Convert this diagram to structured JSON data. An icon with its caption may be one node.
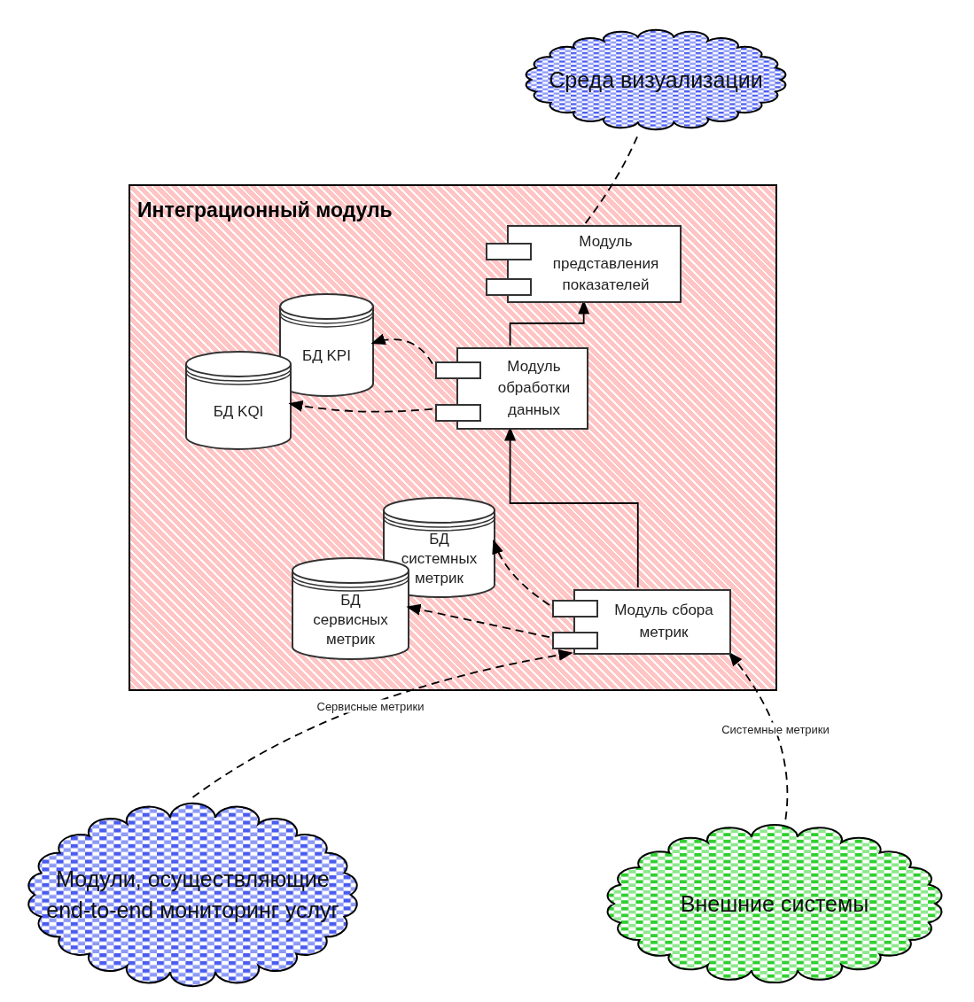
{
  "diagram": {
    "nodes": [
      {
        "text": [
          "Среда визуализации"
        ]
      },
      {
        "text": [
          "Интеграционный модуль"
        ]
      },
      {
        "text": [
          "Модуль представления показателей"
        ],
        "in": 1
      },
      {
        "text": [
          "БД KPI"
        ],
        "in": 1
      },
      {
        "text": [
          "БД KQI"
        ],
        "in": 1
      },
      {
        "text": [
          "Модуль обработки данных"
        ],
        "in": 1
      },
      {
        "text": [
          "БД системных метрик"
        ],
        "in": 1
      },
      {
        "text": [
          "БД сервисных метрик"
        ],
        "in": 1
      },
      {
        "text": [
          "Модуль сбора метрик"
        ],
        "in": 1
      },
      {
        "text": [
          "Модули, осуществляющие end-to-end мониторинг услуг"
        ]
      },
      {
        "text": [
          "Внешние системы"
        ]
      }
    ],
    "edges": [
      {
        "from": 2,
        "to": 0,
        "arrow": "none",
        "style": "dashed"
      },
      {
        "from": 5,
        "to": 2,
        "arrow": "to"
      },
      {
        "from": 5,
        "to": 3,
        "arrow": "to",
        "style": "dashed"
      },
      {
        "from": 5,
        "to": 4,
        "arrow": "to",
        "style": "dashed"
      },
      {
        "from": 8,
        "to": 5,
        "arrow": "to"
      },
      {
        "from": 8,
        "to": 6,
        "arrow": "to",
        "style": "dashed"
      },
      {
        "from": 8,
        "to": 7,
        "arrow": "to",
        "style": "dashed"
      },
      {
        "from": 9,
        "to": 8,
        "arrow": "to",
        "style": "dashed",
        "label": "Сервисные метрики"
      },
      {
        "from": 10,
        "to": 8,
        "arrow": "to",
        "style": "dashed",
        "label": "Системные метрики"
      }
    ]
  }
}
